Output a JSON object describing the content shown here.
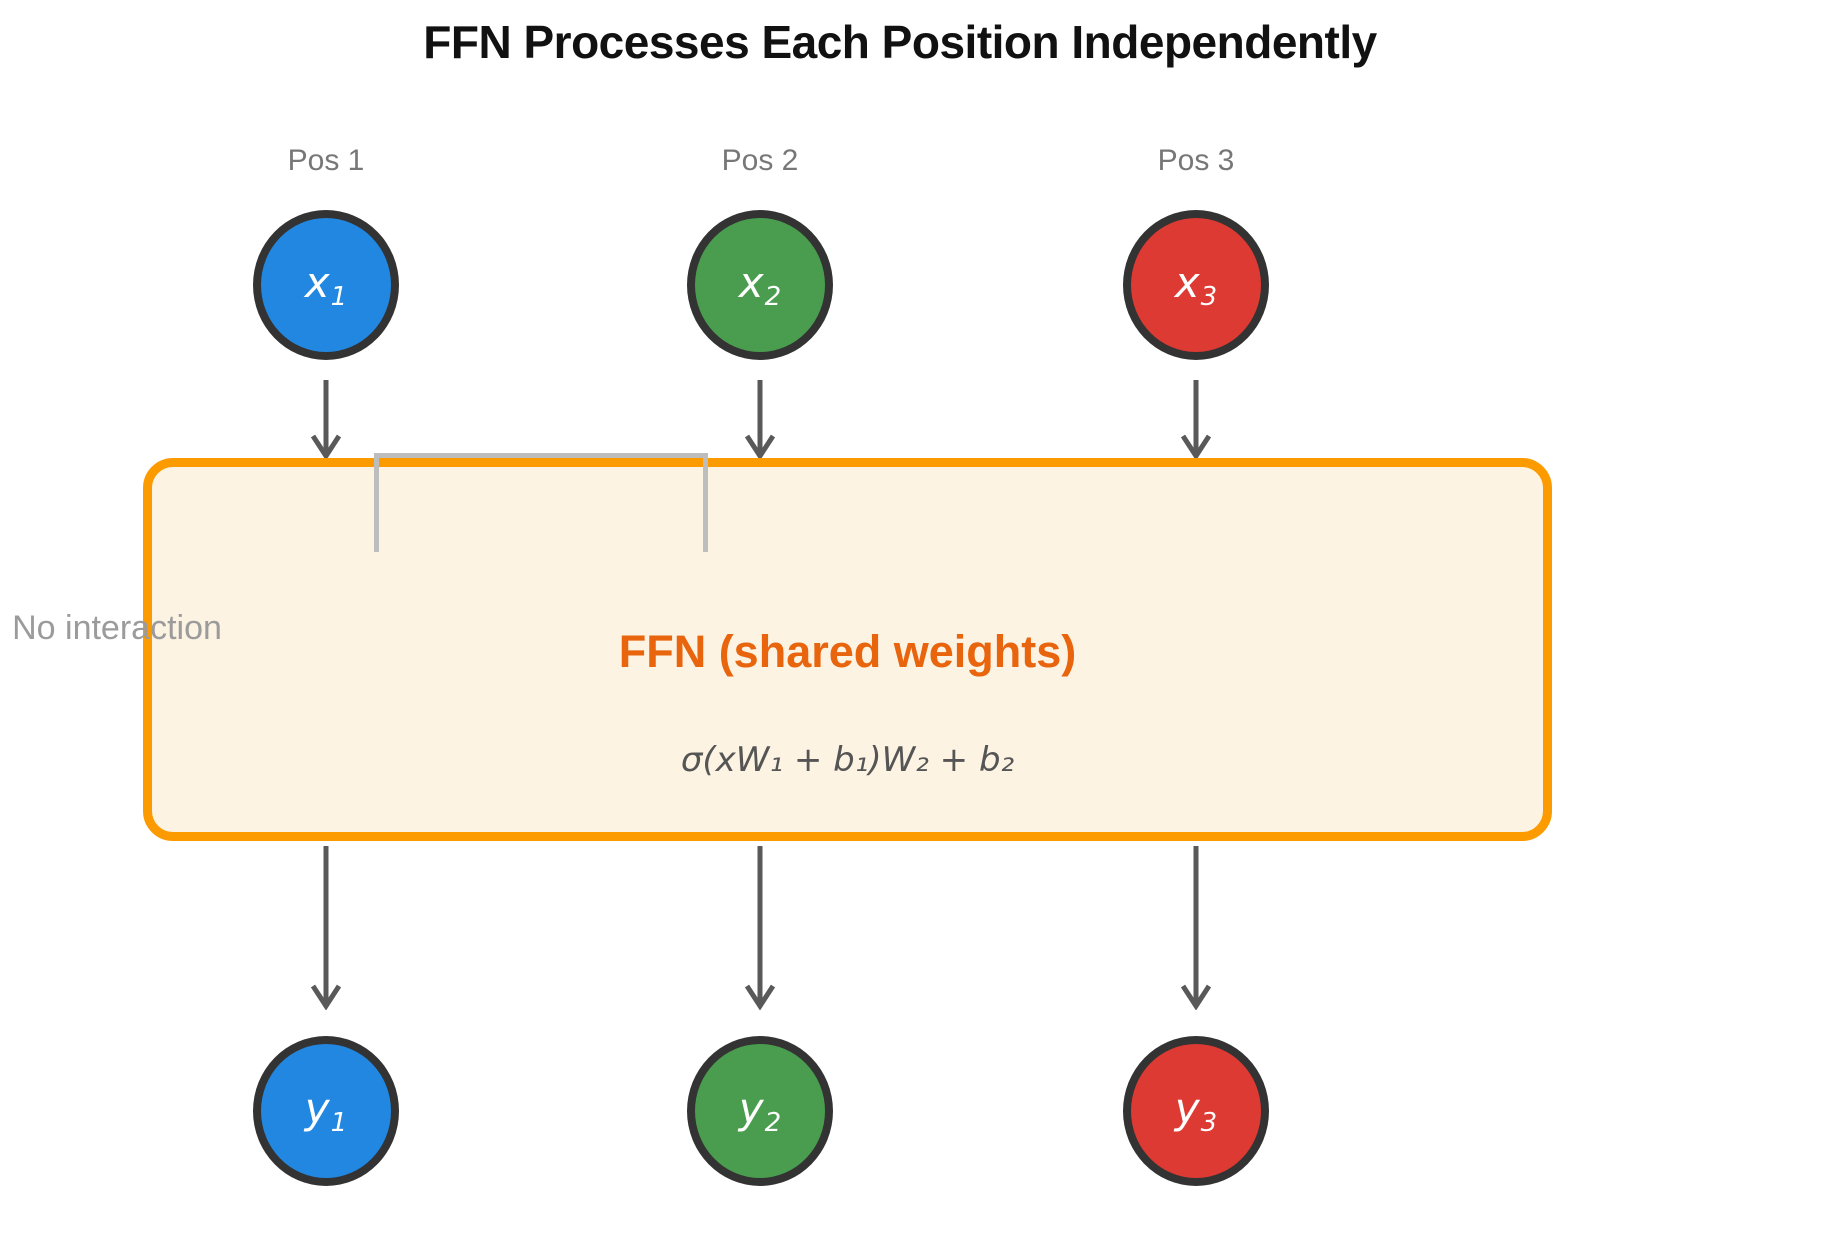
{
  "title": "FFN Processes Each Position Independently",
  "positions": [
    {
      "label": "Pos 1",
      "input_base": "x",
      "input_sub": "1",
      "output_base": "y",
      "output_sub": "1",
      "color": "#2287e0"
    },
    {
      "label": "Pos 2",
      "input_base": "x",
      "input_sub": "2",
      "output_base": "y",
      "output_sub": "2",
      "color": "#4a9d4f"
    },
    {
      "label": "Pos 3",
      "input_base": "x",
      "input_sub": "3",
      "output_base": "y",
      "output_sub": "3",
      "color": "#dc3a32"
    }
  ],
  "ffn": {
    "label": "FFN (shared weights)",
    "formula": "σ(xW₁ + b₁)W₂ + b₂",
    "border_color": "#fc9b00",
    "fill_color": "#fdf3e3",
    "label_color": "#e8640d"
  },
  "annotations": {
    "no_interaction": "No interaction"
  },
  "colors": {
    "title": "#111111",
    "pos_label": "#777777",
    "node_border": "#333333",
    "arrow": "#595959",
    "bracket": "#bdbdbd",
    "formula": "#555555",
    "annotation": "#9b9b9b"
  }
}
